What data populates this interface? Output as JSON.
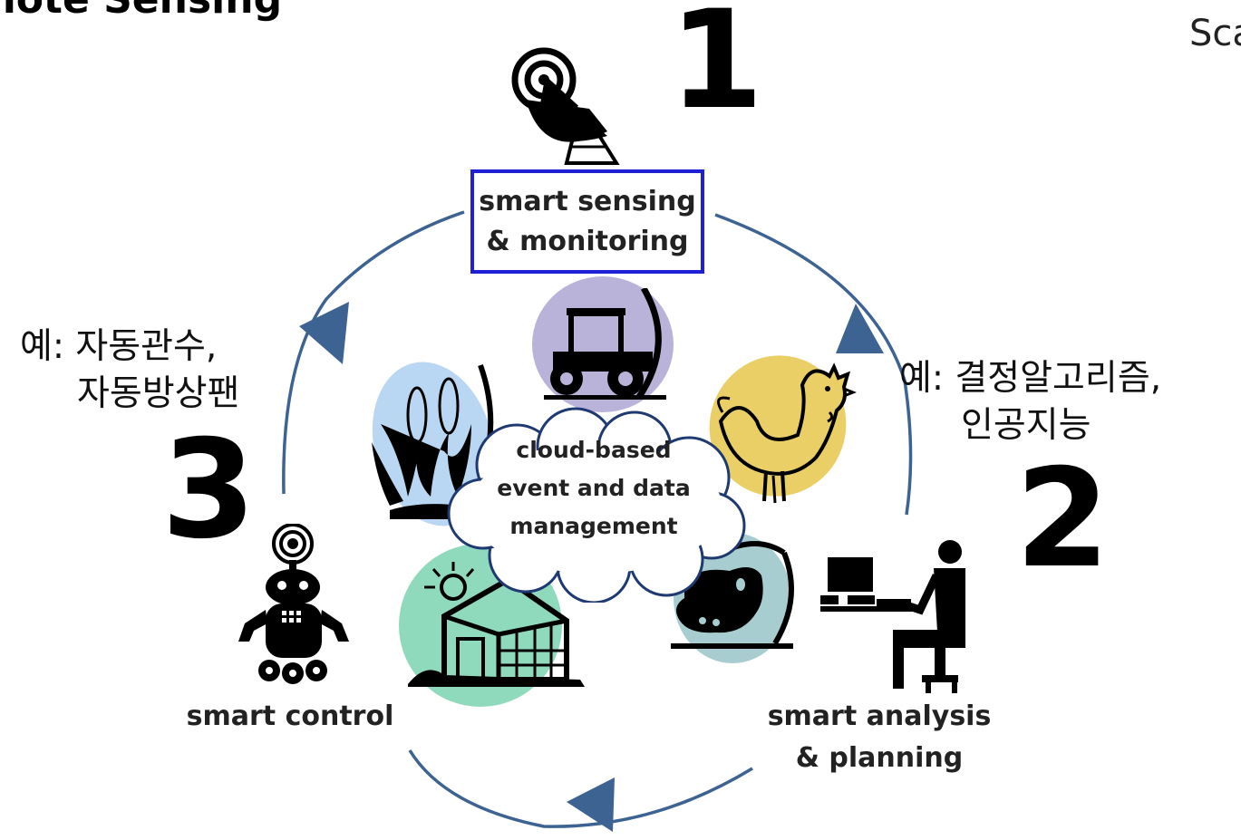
{
  "header": {
    "title": "emote Sensing",
    "right_fragment": "Sca"
  },
  "steps": {
    "one": {
      "number": "1",
      "line1": "smart sensing",
      "line2": "& monitoring"
    },
    "two": {
      "number": "2",
      "line1": "smart analysis",
      "line2": "& planning",
      "example_line1": "예: 결정알고리즘,",
      "example_line2": "인공지능"
    },
    "three": {
      "number": "3",
      "line1": "smart control",
      "example_line1": "예: 자동관수,",
      "example_line2": "자동방상팬"
    }
  },
  "center": {
    "line1": "cloud-based",
    "line2": "event and data",
    "line3": "management"
  },
  "colors": {
    "cycle": "#3d6393",
    "box_border": "#1f1fd6",
    "tractor_bg": "#b9b3da",
    "chicken_bg": "#e9cf65",
    "corn_bg": "#b9d6f2",
    "greenhouse_bg": "#8fd9bd",
    "cow_bg": "#a8cdd0"
  },
  "icons": [
    "satellite-dish-icon",
    "tractor-icon",
    "chicken-icon",
    "corn-icon",
    "greenhouse-icon",
    "cow-icon",
    "robot-icon",
    "person-at-computer-icon"
  ]
}
